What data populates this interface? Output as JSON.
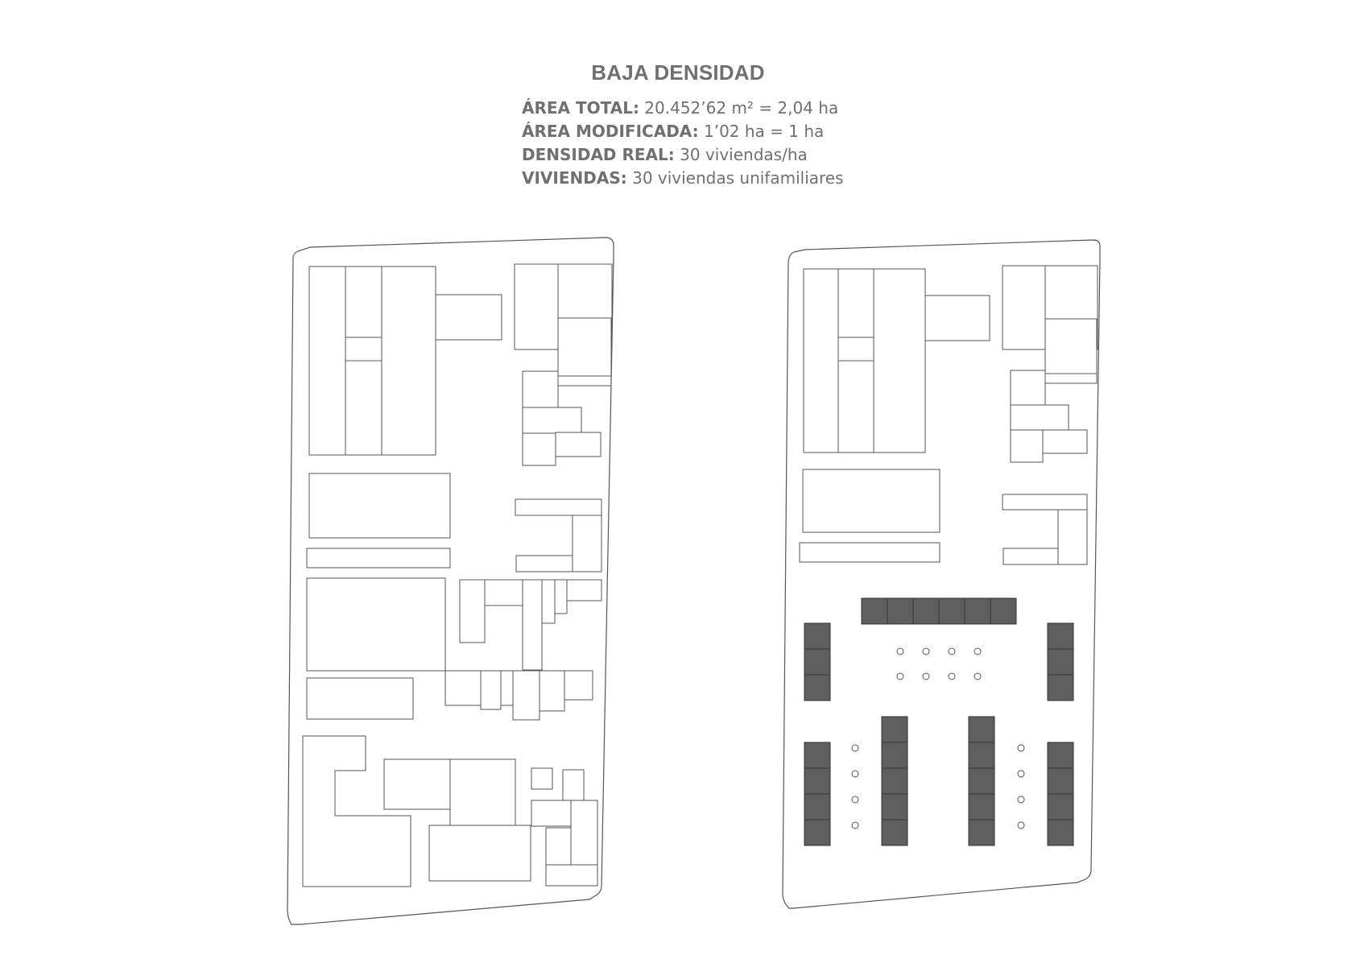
{
  "title": "BAJA DENSIDAD",
  "stats": [
    {
      "label": "ÁREA TOTAL:",
      "value": " 20.452’62 m² = 2,04 ha"
    },
    {
      "label": "ÁREA MODIFICADA:",
      "value": " 1’02 ha = 1 ha"
    },
    {
      "label": "DENSIDAD REAL:",
      "value": " 30 viviendas/ha"
    },
    {
      "label": "VIVIENDAS:",
      "value": " 30 viviendas unifamiliares"
    }
  ],
  "colors": {
    "text": "#707070",
    "line": "#555555",
    "dwelling_fill": "#5f5f5f"
  },
  "plans": [
    {
      "name": "existing-site-plan",
      "dwellings": 0
    },
    {
      "name": "proposed-site-plan",
      "dwellings": 30
    }
  ]
}
